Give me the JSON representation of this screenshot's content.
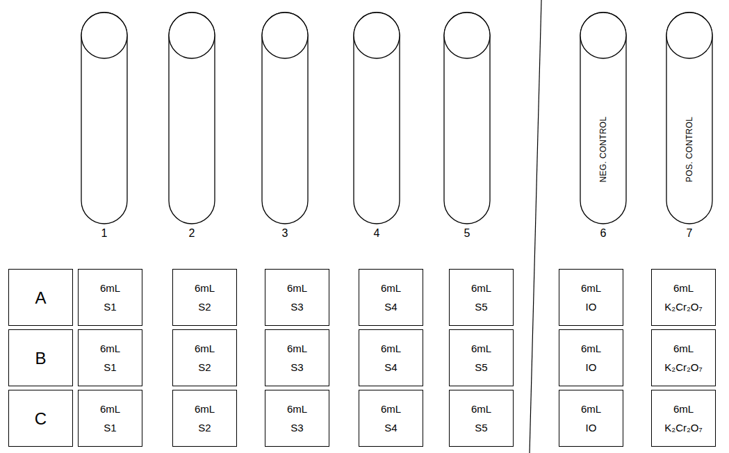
{
  "diagram": {
    "nodes": [
      {
        "text": [
          "NEG. CONTROL"
        ]
      },
      {
        "text": [
          "POS. CONTROL"
        ]
      },
      {
        "text": [
          "A"
        ]
      },
      {
        "text": [
          "6mL",
          "S1"
        ]
      },
      {
        "text": [
          "6mL",
          "S2"
        ]
      },
      {
        "text": [
          "6mL",
          "S3"
        ]
      },
      {
        "text": [
          "6mL",
          "S4"
        ]
      },
      {
        "text": [
          "6mL",
          "S5"
        ]
      },
      {
        "text": [
          "6mL",
          "IO"
        ]
      },
      {
        "text": [
          "6mL",
          "K₂Cr₂O₇"
        ]
      },
      {
        "text": [
          "B"
        ]
      },
      {
        "text": [
          "6mL",
          "S1"
        ]
      },
      {
        "text": [
          "6mL",
          "S2"
        ]
      },
      {
        "text": [
          "6mL",
          "S3"
        ]
      },
      {
        "text": [
          "6mL",
          "S4"
        ]
      },
      {
        "text": [
          "6mL",
          "S5"
        ]
      },
      {
        "text": [
          "6mL",
          "IO"
        ]
      },
      {
        "text": [
          "6mL",
          "K₂Cr₂O₇"
        ]
      },
      {
        "text": [
          "C"
        ]
      },
      {
        "text": [
          "6mL",
          "S1"
        ]
      },
      {
        "text": [
          "6mL",
          "S2"
        ]
      },
      {
        "text": [
          "6mL",
          "S3"
        ]
      },
      {
        "text": [
          "6mL",
          "S4"
        ]
      },
      {
        "text": [
          "6mL",
          "S5"
        ]
      },
      {
        "text": [
          "6mL",
          "IO"
        ]
      },
      {
        "text": [
          "6mL",
          "K₂Cr₂O₇"
        ]
      }
    ],
    "labels": [
      "1",
      "2",
      "3",
      "4",
      "5",
      "6",
      "7"
    ]
  }
}
